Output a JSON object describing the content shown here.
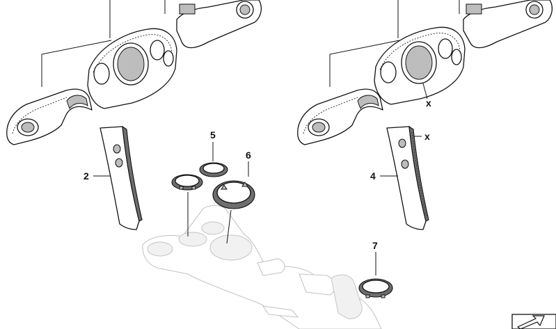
{
  "callouts": {
    "c2": "2",
    "c4": "4",
    "c5": "5",
    "c6": "6",
    "c7": "7",
    "x1": "x",
    "x2": "x"
  }
}
